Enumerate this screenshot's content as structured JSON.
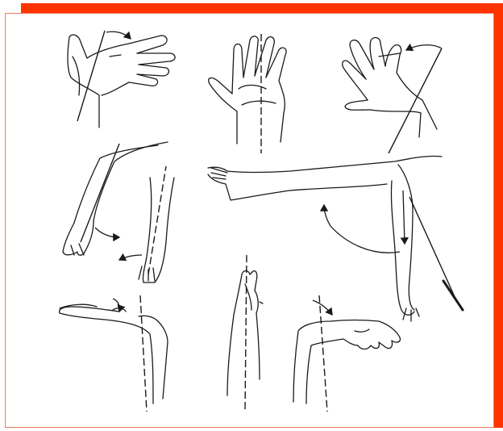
{
  "colors": {
    "frame": "#ff3300",
    "panel_border": "#f07a5c",
    "line_art": "#1a1a1a",
    "background": "#ffffff"
  },
  "figures": [
    "hand-radial-deviation",
    "palm-neutral",
    "hand-ulnar-deviation",
    "wrist-flexion",
    "arm-circumduction",
    "hand-palm-up",
    "hand-vertical",
    "hand-palm-down"
  ]
}
